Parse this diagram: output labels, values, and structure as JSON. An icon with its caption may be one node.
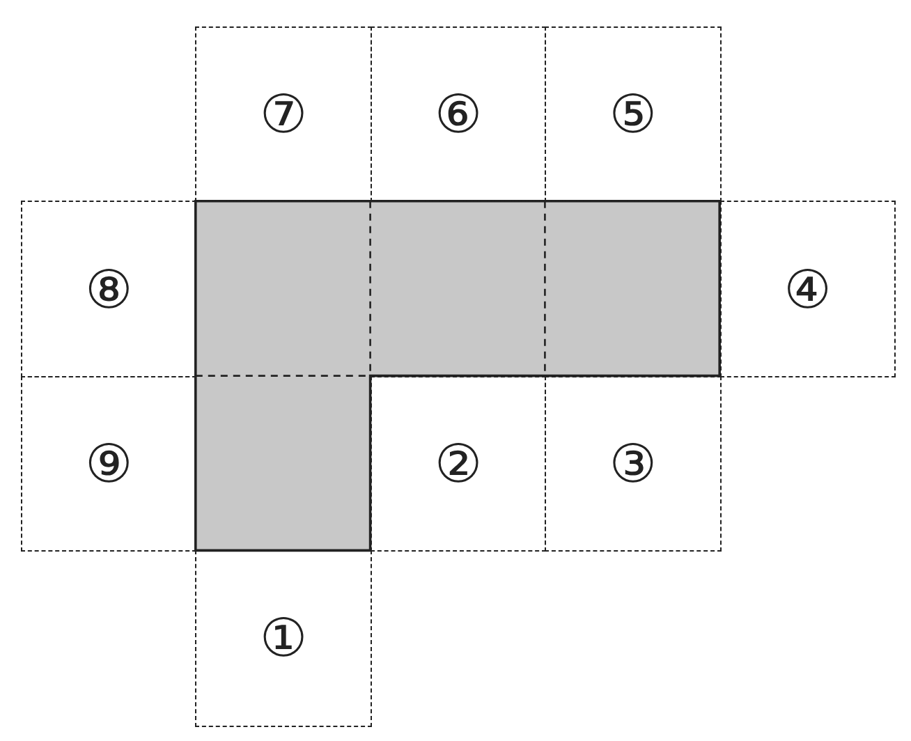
{
  "diagram": {
    "nodes": [
      {
        "text": [
          "⑦"
        ]
      },
      {
        "text": [
          "⑥"
        ]
      },
      {
        "text": [
          "⑤"
        ]
      },
      {
        "text": [
          "⑧"
        ]
      },
      {
        "text": [
          "④"
        ]
      },
      {
        "text": [
          "⑨"
        ]
      },
      {
        "text": [
          "②"
        ]
      },
      {
        "text": [
          "③"
        ]
      },
      {
        "text": [
          "①"
        ]
      }
    ]
  }
}
